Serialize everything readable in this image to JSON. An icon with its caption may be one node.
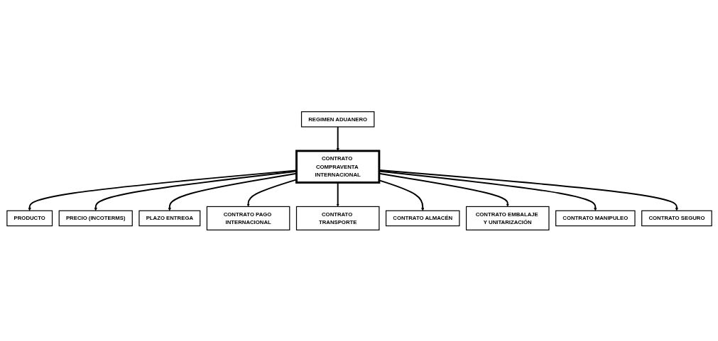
{
  "diagram": {
    "nodes": [
      {
        "text": [
          "PRODUCTO"
        ]
      },
      {
        "text": [
          "PRECIO (INCOTERMS)"
        ]
      },
      {
        "text": [
          "PLAZO ENTREGA"
        ]
      },
      {
        "text": [
          "REGIMEN ADUANERO"
        ]
      },
      {
        "text": [
          "CONTRATO PAGO INTERNACIONAL"
        ]
      },
      {
        "text": [
          "CONTRATO COMPRAVENTA INTERNACIONAL"
        ]
      },
      {
        "text": [
          "CONTRATO TRANSPORTE"
        ]
      },
      {
        "text": [
          "CONTRATO ALMACÉN"
        ]
      },
      {
        "text": [
          "CONTRATO EMBALAJE Y UNITARIZACIÓN"
        ]
      },
      {
        "text": [
          "CONTRATO MANIPULEO"
        ]
      },
      {
        "text": [
          "CONTRATO SEGURO"
        ]
      }
    ],
    "edges": [
      {
        "from": 5,
        "to": 0,
        "arrow": "to"
      },
      {
        "from": 5,
        "to": 1,
        "arrow": "to"
      },
      {
        "from": 5,
        "to": 2,
        "arrow": "to"
      },
      {
        "from": 3,
        "to": 5,
        "arrow": "to"
      },
      {
        "from": 5,
        "to": 4,
        "arrow": "to"
      },
      {
        "from": 5,
        "to": 6,
        "arrow": "to"
      },
      {
        "from": 5,
        "to": 7,
        "arrow": "to"
      },
      {
        "from": 5,
        "to": 8,
        "arrow": "to"
      },
      {
        "from": 5,
        "to": 9,
        "arrow": "to"
      },
      {
        "from": 5,
        "to": 10,
        "arrow": "to"
      }
    ]
  }
}
